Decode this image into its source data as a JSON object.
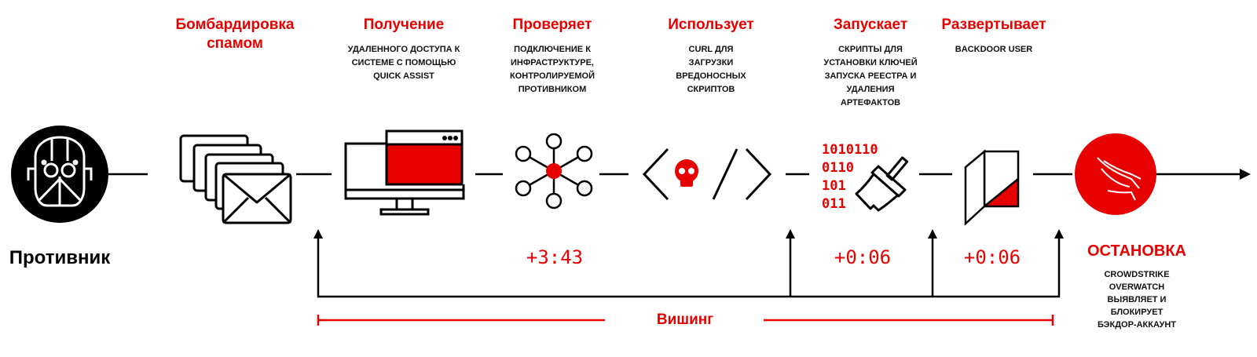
{
  "colors": {
    "accent": "#e60000",
    "ink": "#000000"
  },
  "adversary": {
    "label": "Противник",
    "icon": "adversary-mask-icon"
  },
  "steps": [
    {
      "title": "Бомбардировка\nспамом",
      "desc": "",
      "icon": "envelopes-icon"
    },
    {
      "title": "Получение",
      "desc": "УДАЛЕННОГО ДОСТУПА К\nСИСТЕМЕ С ПОМОЩЬЮ\nQUICK ASSIST",
      "icon": "monitor-window-icon"
    },
    {
      "title": "Проверяет",
      "desc": "ПОДКЛЮЧЕНИЕ К\nИНФРАСТРУКТУРЕ,\nКОНТРОЛИРУЕМОЙ\nПРОТИВНИКОМ",
      "icon": "network-hub-icon"
    },
    {
      "title": "Использует",
      "desc": "CURL ДЛЯ\nЗАГРУЗКИ\nВРЕДОНОСНЫХ\nСКРИПТОВ",
      "icon": "code-skull-icon"
    },
    {
      "title": "Запускает",
      "desc": "СКРИПТЫ ДЛЯ\nУСТАНОВКИ КЛЮЧЕЙ\nЗАПУСКА РЕЕСТРА И\nУДАЛЕНИЯ\nАРТЕФАКТОВ",
      "icon": "binary-broom-icon",
      "binary": [
        "1010110",
        "0110",
        "101",
        "011"
      ]
    },
    {
      "title": "Развертывает",
      "desc": "BACKDOOR USER",
      "icon": "open-door-icon"
    }
  ],
  "stop": {
    "title": "ОСТАНОВКА",
    "desc": "CROWDSTRIKE\nOVERWATCH\nВЫЯВЛЯЕТ И\nБЛОКИРУЕТ\nБЭКДОР-АККАУНТ",
    "icon": "crowdstrike-falcon-icon"
  },
  "timings": [
    "+3:43",
    "+0:06",
    "+0:06"
  ],
  "phase": {
    "label": "Вишинг"
  }
}
